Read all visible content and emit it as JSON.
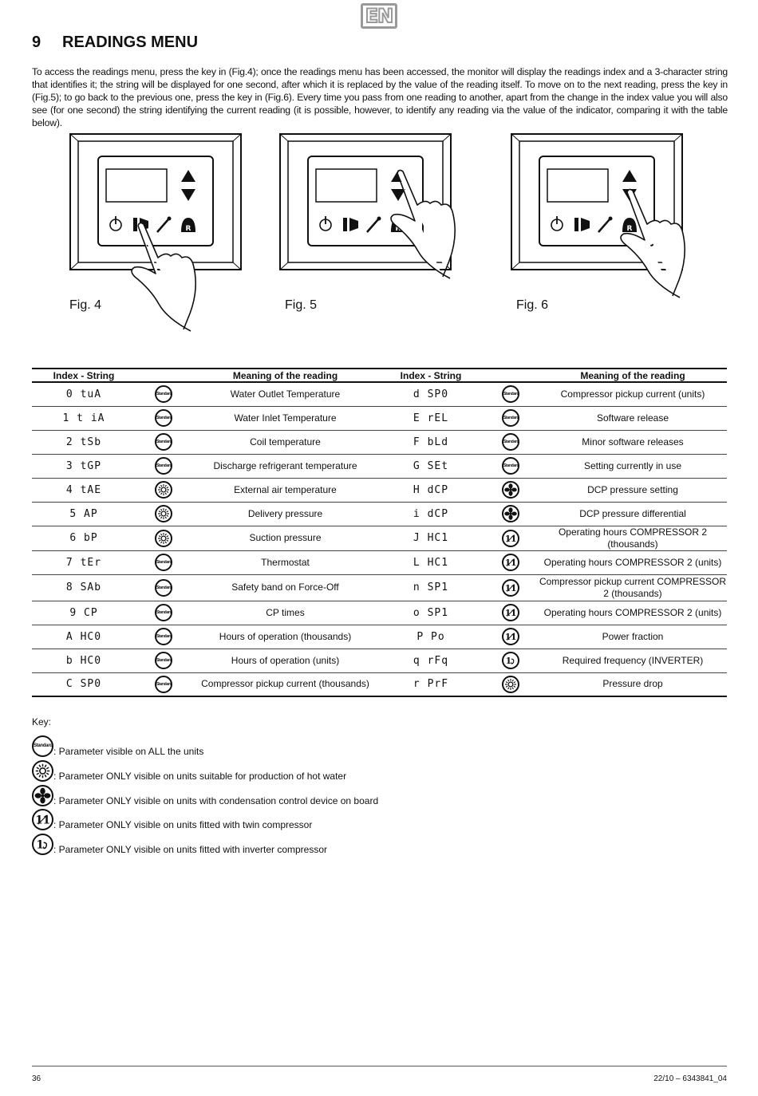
{
  "header": {
    "language": "EN"
  },
  "section": {
    "number": "9",
    "title": "READINGS MENU"
  },
  "intro": "To access the readings menu, press the key in (Fig.4); once the readings menu has been accessed, the monitor will display the readings index and a 3-character string that identifies it; the string will be displayed for one second, after which it is replaced by the value of the reading itself. To move on to the next reading, press the key in (Fig.5);  to go back to the previous one, press the key in (Fig.6). Every time you pass from one reading to another, apart from the change in the index value you will also see (for one second) the string identifying the current reading (it is possible, however, to identify any reading via the value of the indicator, comparing it with the table below).",
  "figures": [
    {
      "caption": "Fig. 4",
      "pressed": "mode-key"
    },
    {
      "caption": "Fig. 5",
      "pressed": "up-arrow"
    },
    {
      "caption": "Fig. 6",
      "pressed": "down-arrow"
    }
  ],
  "table": {
    "headers": [
      "Index - String",
      "Meaning of the reading",
      "Index - String",
      "Meaning of the reading"
    ],
    "rows": [
      {
        "l_code": "0 tuA",
        "l_icon": "standard",
        "l_meaning": "Water Outlet Temperature",
        "r_code": "d SP0",
        "r_icon": "standard",
        "r_meaning": "Compressor pickup current (units)"
      },
      {
        "l_code": "1 t iA",
        "l_icon": "standard",
        "l_meaning": "Water Inlet Temperature",
        "r_code": "E rEL",
        "r_icon": "standard",
        "r_meaning": "Software release"
      },
      {
        "l_code": "2 tSb",
        "l_icon": "standard",
        "l_meaning": "Coil temperature",
        "r_code": "F bLd",
        "r_icon": "standard",
        "r_meaning": "Minor software releases"
      },
      {
        "l_code": "3 tGP",
        "l_icon": "standard",
        "l_meaning": "Discharge refrigerant temperature",
        "r_code": "G SEt",
        "r_icon": "standard",
        "r_meaning": "Setting currently in use"
      },
      {
        "l_code": "4 tAE",
        "l_icon": "sun",
        "l_meaning": "External air temperature",
        "r_code": "H dCP",
        "r_icon": "fan",
        "r_meaning": "DCP pressure setting"
      },
      {
        "l_code": "5 AP",
        "l_icon": "sun",
        "l_meaning": "Delivery pressure",
        "r_code": "i dCP",
        "r_icon": "fan",
        "r_meaning": "DCP pressure differential"
      },
      {
        "l_code": "6 bP",
        "l_icon": "sun",
        "l_meaning": "Suction pressure",
        "r_code": "J HC1",
        "r_icon": "twin",
        "r_meaning": "Operating hours COMPRESSOR 2 (thousands)"
      },
      {
        "l_code": "7 tEr",
        "l_icon": "standard",
        "l_meaning": "Thermostat",
        "r_code": "L HC1",
        "r_icon": "twin",
        "r_meaning": "Operating hours COMPRESSOR 2 (units)"
      },
      {
        "l_code": "8 SAb",
        "l_icon": "standard",
        "l_meaning": "Safety band on Force-Off",
        "r_code": "n SP1",
        "r_icon": "twin",
        "r_meaning": "Compressor pickup current COMPRESSOR 2 (thousands)"
      },
      {
        "l_code": "9 CP",
        "l_icon": "standard",
        "l_meaning": "CP times",
        "r_code": "o SP1",
        "r_icon": "twin",
        "r_meaning": "Operating hours COMPRESSOR 2 (units)"
      },
      {
        "l_code": "A HC0",
        "l_icon": "standard",
        "l_meaning": "Hours of operation (thousands)",
        "r_code": "P Po",
        "r_icon": "twin",
        "r_meaning": "Power fraction"
      },
      {
        "l_code": "b HC0",
        "l_icon": "standard",
        "l_meaning": "Hours of operation (units)",
        "r_code": "q rFq",
        "r_icon": "inverter",
        "r_meaning": "Required frequency (INVERTER)"
      },
      {
        "l_code": "C SP0",
        "l_icon": "standard",
        "l_meaning": "Compressor pickup current (thousands)",
        "r_code": "r PrF",
        "r_icon": "sun",
        "r_meaning": "Pressure drop"
      }
    ]
  },
  "key": {
    "title": "Key:",
    "standard_label": "Standard",
    "items": [
      {
        "icon": "standard",
        "text": ": Parameter visible on ALL the units"
      },
      {
        "icon": "sun",
        "text": ": Parameter ONLY visible on units suitable for production of hot water"
      },
      {
        "icon": "fan",
        "text": ": Parameter ONLY visible on units with condensation control device on board"
      },
      {
        "icon": "twin",
        "text": ": Parameter ONLY visible on units fitted with twin compressor"
      },
      {
        "icon": "inverter",
        "text": ": Parameter ONLY visible on units fitted with inverter compressor"
      }
    ]
  },
  "footer": {
    "page": "36",
    "code": "22/10 – 6343841_04"
  }
}
